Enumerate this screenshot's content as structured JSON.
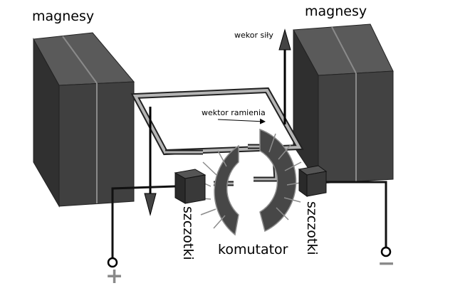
{
  "labels": {
    "magnets_left": "magnesy",
    "magnets_right": "magnesy",
    "force_vector": "wekor siły",
    "arm_vector": "wektor ramienia",
    "brushes_left": "szczotki",
    "brushes_right": "szczotki",
    "commutator": "komutator"
  },
  "terminals": {
    "positive_symbol": "+",
    "negative_symbol": "−"
  },
  "colors": {
    "magnet_front": "#3f3f3f",
    "magnet_side": "#2e2e2e",
    "magnet_top": "#575757",
    "commutator": "#4a4a4a",
    "wire": "#111111",
    "terminal_sign": "#8a8a8a"
  }
}
